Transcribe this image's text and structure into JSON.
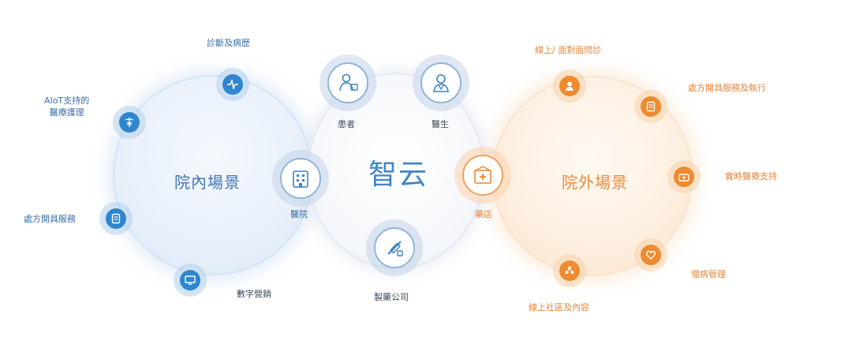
{
  "center": {
    "title": "智云"
  },
  "left_scene": {
    "title": "院內場景",
    "items": [
      {
        "label": "診斷及病歷",
        "icon": "heartbeat-icon"
      },
      {
        "label_line1": "AIoT支持的",
        "label_line2": "醫療護理",
        "icon": "caduceus-icon"
      },
      {
        "label": "處方開具服務",
        "icon": "prescription-icon"
      },
      {
        "label": "數字營銷",
        "icon": "monitor-icon"
      }
    ]
  },
  "right_scene": {
    "title": "院外場景",
    "items": [
      {
        "label": "線上/ 面對面問診",
        "icon": "doctor-consult-icon"
      },
      {
        "label": "處方開具服務及執行",
        "icon": "prescription-icon"
      },
      {
        "label": "實時醫療支持",
        "icon": "medical-kit-icon"
      },
      {
        "label": "慢病管理",
        "icon": "heart-shield-icon"
      },
      {
        "label": "線上社區及內容",
        "icon": "community-icon"
      }
    ]
  },
  "nodes": {
    "patient": {
      "label": "患者",
      "icon": "patient-icon"
    },
    "doctor": {
      "label": "醫生",
      "icon": "doctor-icon"
    },
    "hospital": {
      "label": "醫院",
      "icon": "hospital-icon"
    },
    "pharmacy": {
      "label": "藥店",
      "icon": "pharmacy-icon"
    },
    "pharma_company": {
      "label": "製藥公司",
      "icon": "syringe-icon"
    }
  },
  "colors": {
    "blue": "#2f86cf",
    "blue_text": "#3a6fa9",
    "orange": "#ef8a2f",
    "orange_text": "#e9853a",
    "dark_text": "#3d4a5c"
  }
}
